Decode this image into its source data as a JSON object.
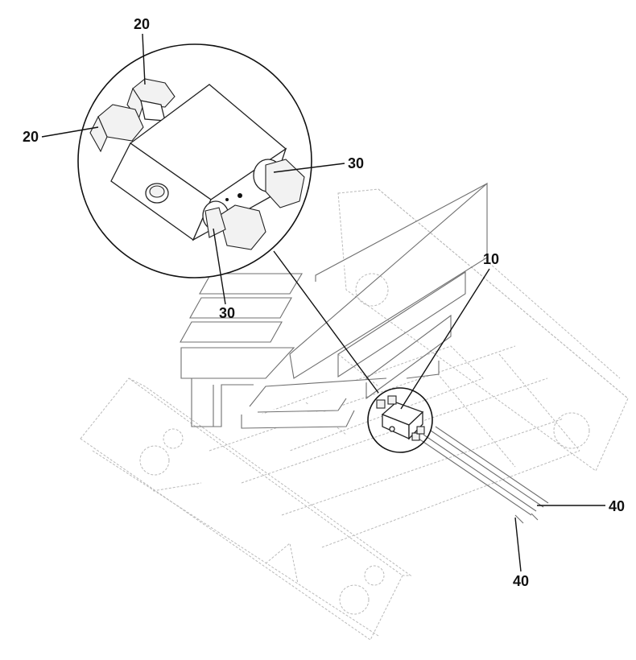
{
  "callouts": {
    "c20_top": "20",
    "c20_left": "20",
    "c30_right": "30",
    "c30_bottom": "30",
    "c10": "10",
    "c40_right": "40",
    "c40_bottom": "40"
  },
  "colors": {
    "ink": "#111111",
    "faint_outline": "#b9b9b9",
    "grey_outline": "#6f6f6f",
    "background": "#ffffff"
  }
}
